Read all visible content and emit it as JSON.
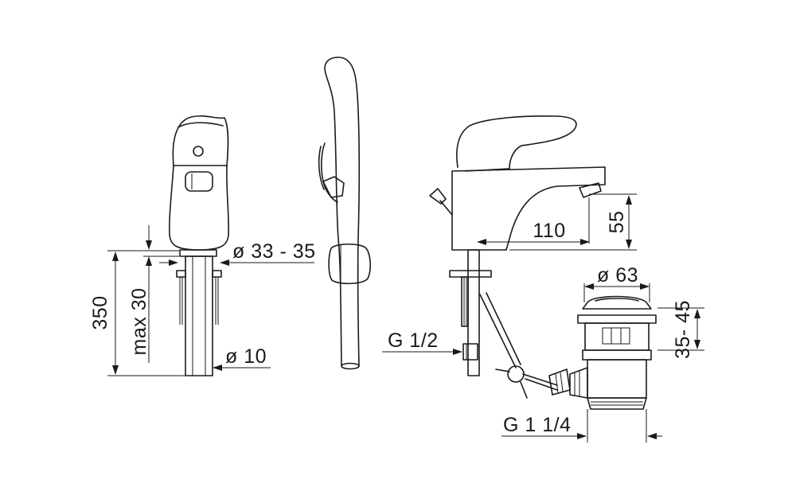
{
  "labels": {
    "height_total": "350",
    "height_max": "max 30",
    "hole_diameter": "ø 33 - 35",
    "tube_diameter": "ø 10",
    "spout_reach": "110",
    "spout_height": "55",
    "waste_diameter": "ø 63",
    "thread_inlet": "G 1/2",
    "thread_waste": "G 1 1/4",
    "waste_range": "35- 45"
  }
}
